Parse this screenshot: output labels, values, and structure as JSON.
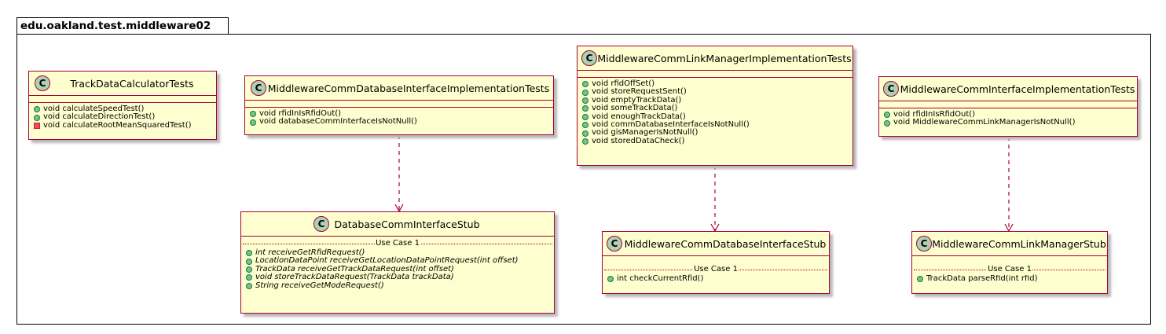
{
  "package": {
    "name": "edu.oakland.test.middleware02"
  },
  "classes": {
    "track_calc": {
      "icon": "C",
      "name": "TrackDataCalculatorTests",
      "methods": [
        {
          "vis": "public",
          "text": "void calculateSpeedTest()"
        },
        {
          "vis": "public",
          "text": "void calculateDirectionTest()"
        },
        {
          "vis": "private",
          "text": "void calculateRootMeanSquaredTest()"
        }
      ]
    },
    "db_iface_tests": {
      "icon": "C",
      "name": "MiddlewareCommDatabaseInterfaceImplementationTests",
      "methods": [
        {
          "vis": "public",
          "text": "void rfidInIsRfidOut()"
        },
        {
          "vis": "public",
          "text": "void databaseCommInterfaceIsNotNull()"
        }
      ]
    },
    "link_mgr_tests": {
      "icon": "C",
      "name": "MiddlewareCommLinkManagerImplementationTests",
      "methods": [
        {
          "vis": "public",
          "text": "void rfidOffSet()"
        },
        {
          "vis": "public",
          "text": "void storeRequestSent()"
        },
        {
          "vis": "public",
          "text": "void emptyTrackData()"
        },
        {
          "vis": "public",
          "text": "void someTrackData()"
        },
        {
          "vis": "public",
          "text": "void enoughTrackData()"
        },
        {
          "vis": "public",
          "text": "void commDatabaseInterfaceIsNotNull()"
        },
        {
          "vis": "public",
          "text": "void gisManagerIsNotNull()"
        },
        {
          "vis": "public",
          "text": "void storedDataCheck()"
        }
      ]
    },
    "comm_iface_tests": {
      "icon": "C",
      "name": "MiddlewareCommInterfaceImplementationTests",
      "methods": [
        {
          "vis": "public",
          "text": "void rfidInIsRfidOut()"
        },
        {
          "vis": "public",
          "text": "void MiddlewareCommLinkManagerIsNotNull()"
        }
      ]
    },
    "db_comm_stub": {
      "icon": "C",
      "name": "DatabaseCommInterfaceStub",
      "section": "Use Case 1",
      "methods": [
        {
          "vis": "public",
          "text": "int receiveGetRfidRequest()"
        },
        {
          "vis": "public",
          "text": "LocationDataPoint receiveGetLocationDataPointRequest(int offset)"
        },
        {
          "vis": "public",
          "text": "TrackData receiveGetTrackDataRequest(int offset)"
        },
        {
          "vis": "public",
          "text": "void storeTrackDataRequest(TrackData trackData)"
        },
        {
          "vis": "public",
          "text": "String receiveGetModeRequest()"
        }
      ]
    },
    "mw_db_stub": {
      "icon": "C",
      "name": "MiddlewareCommDatabaseInterfaceStub",
      "section": "Use Case 1",
      "methods": [
        {
          "vis": "public",
          "text": "int checkCurrentRfid()"
        }
      ]
    },
    "link_mgr_stub": {
      "icon": "C",
      "name": "MiddlewareCommLinkManagerStub",
      "section": "Use Case 1",
      "methods": [
        {
          "vis": "public",
          "text": "TrackData parseRfid(int rfid)"
        }
      ]
    }
  }
}
